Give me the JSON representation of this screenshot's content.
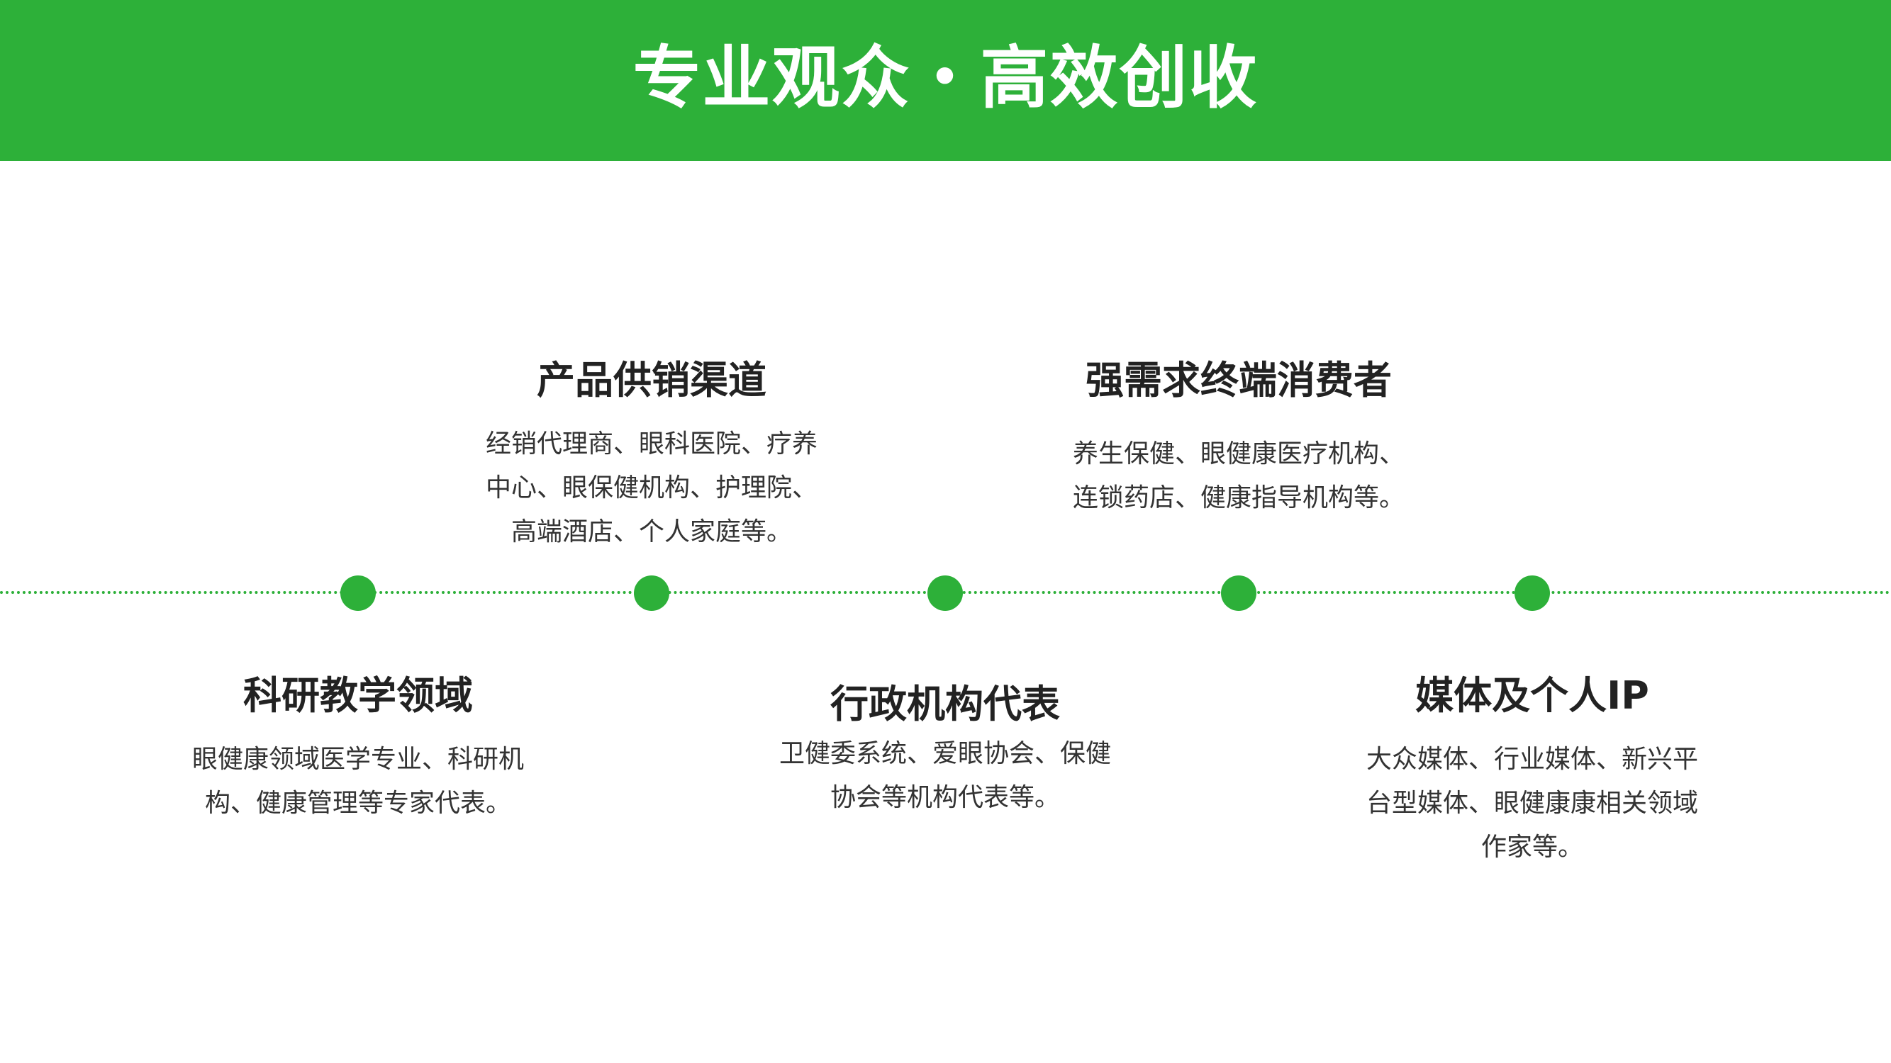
{
  "header": {
    "title": "专业观众・高效创收"
  },
  "timeline": {
    "accent_color": "#2db039",
    "items": [
      {
        "position": "below",
        "title": "科研教学领域",
        "desc_lines": [
          "眼健康领域医学专业、科研机",
          "构、健康管理等专家代表。"
        ]
      },
      {
        "position": "above",
        "title": "产品供销渠道",
        "desc_lines": [
          "经销代理商、眼科医院、疗养",
          "中心、眼保健机构、护理院、",
          "高端酒店、个人家庭等。"
        ]
      },
      {
        "position": "below",
        "title": "行政机构代表",
        "desc_lines": [
          "卫健委系统、爱眼协会、保健",
          "协会等机构代表等。"
        ]
      },
      {
        "position": "above",
        "title": "强需求终端消费者",
        "desc_lines": [
          "养生保健、眼健康医疗机构、",
          "连锁药店、健康指导机构等。"
        ]
      },
      {
        "position": "below",
        "title": "媒体及个人IP",
        "desc_lines": [
          "大众媒体、行业媒体、新兴平",
          "台型媒体、眼健康康相关领域",
          "作家等。"
        ]
      }
    ]
  }
}
